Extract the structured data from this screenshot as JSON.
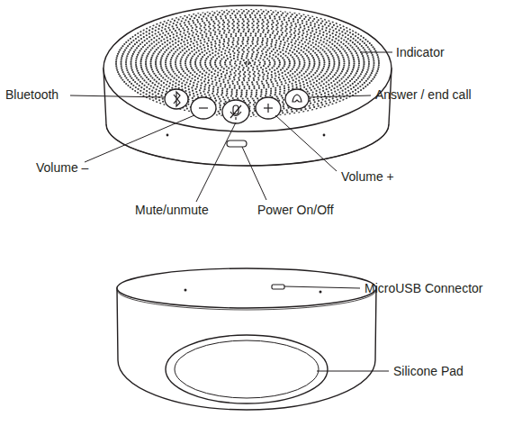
{
  "diagram": {
    "labels": [
      "Indicator",
      "Bluetooth",
      "Answer / end call",
      "Volume –",
      "Volume +",
      "Mute/unmute",
      "Power On/Off",
      "MicroUSB Connector",
      "Silicone Pad"
    ]
  }
}
